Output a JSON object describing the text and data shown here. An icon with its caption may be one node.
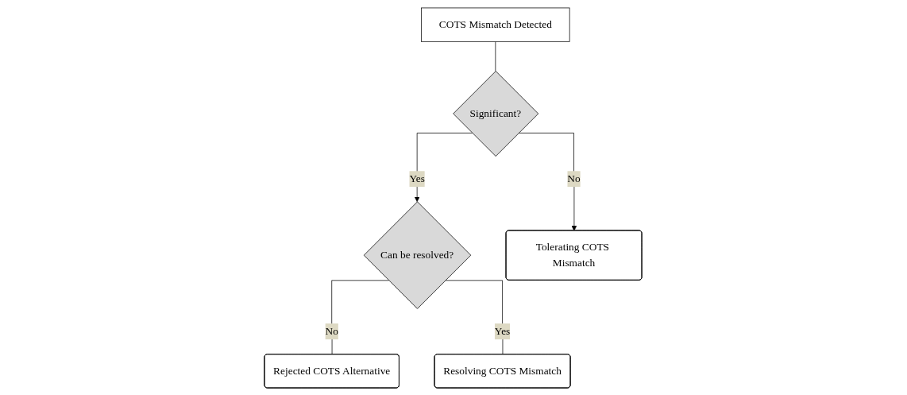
{
  "diagram": {
    "nodes": [
      {
        "text": [
          "COTS Mismatch Detected"
        ]
      },
      {
        "text": [
          "Significant?"
        ]
      },
      {
        "text": [
          "Can be resolved?"
        ]
      },
      {
        "text": [
          "Tolerating COTS Mismatch"
        ]
      },
      {
        "text": [
          "Rejected COTS Alternative"
        ]
      },
      {
        "text": [
          "Resolving COTS Mismatch"
        ]
      }
    ],
    "edges": [
      {
        "from": 0,
        "to": 1,
        "arrow": "none"
      },
      {
        "from": 1,
        "to": 3,
        "arrow": "to",
        "label": "No"
      },
      {
        "from": 1,
        "to": 2,
        "arrow": "to",
        "label": "Yes"
      },
      {
        "from": 2,
        "to": 4,
        "arrow": "none",
        "label": "No"
      },
      {
        "from": 2,
        "to": 5,
        "arrow": "none",
        "label": "Yes"
      }
    ]
  }
}
